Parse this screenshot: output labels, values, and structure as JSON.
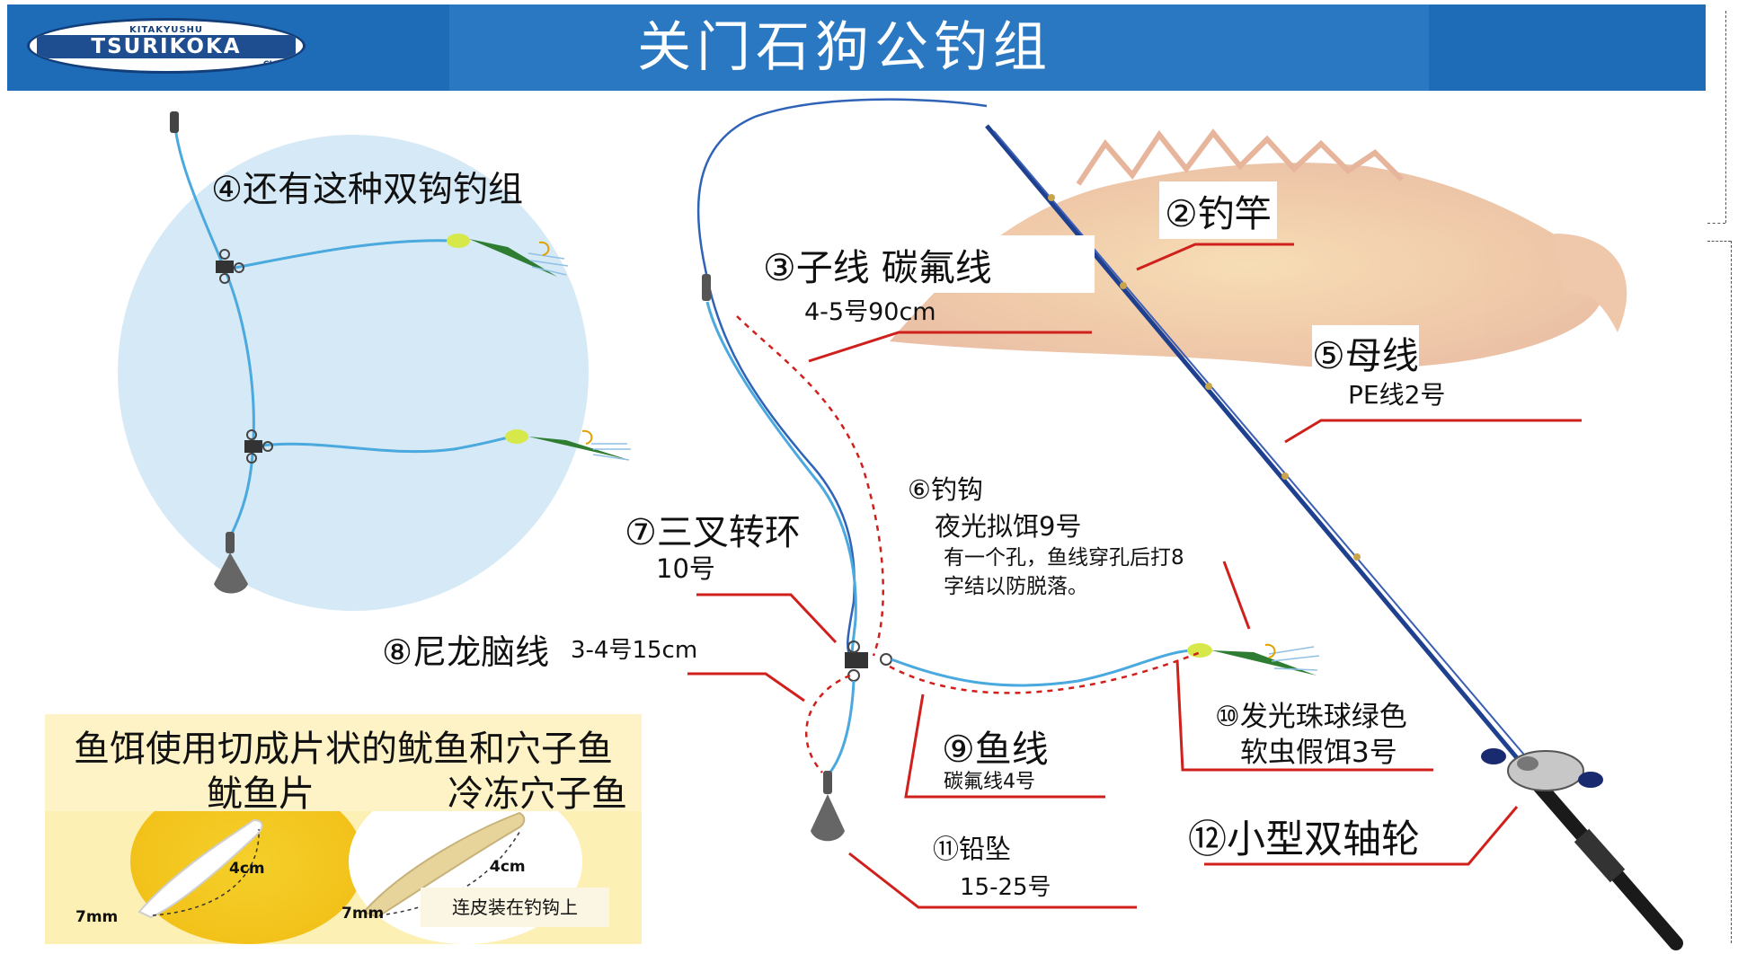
{
  "header": {
    "title": "关门石狗公钓组",
    "logo_top": "KITAKYUSHU",
    "logo_main": "TSURIKOKA",
    "logo_sub": "CLUB"
  },
  "labels": {
    "rod": "②钓竿",
    "leader_title": "③子线  碳氟线",
    "leader_spec": "4-5号90cm",
    "double_hook": "④还有这种双钩钓组",
    "main_line_title": "⑤母线",
    "main_line_spec": "PE线2号",
    "hook_title": "⑥钓钩",
    "hook_spec": "夜光拟饵9号",
    "hook_note_1": "有一个孔，鱼线穿孔后打8",
    "hook_note_2": "字结以防脱落。",
    "swivel_title": "⑦三叉转环",
    "swivel_spec": "10号",
    "nylon_title": "⑧尼龙脑线",
    "nylon_spec": "3-4号15cm",
    "line_title": "⑨鱼线",
    "line_spec": "碳氟线4号",
    "lure_title": "⑩发光珠球绿色",
    "lure_spec": "软虫假饵3号",
    "sinker_title": "⑪铅坠",
    "sinker_spec": "15-25号",
    "reel": "⑫小型双轴轮"
  },
  "bait": {
    "title": "鱼饵使用切成片状的鱿鱼和穴子鱼",
    "squid": "鱿鱼片",
    "eel": "冷冻穴子鱼",
    "dim_squid_len": "4cm",
    "dim_squid_w": "7mm",
    "dim_eel_len": "4cm",
    "dim_eel_w": "7mm",
    "note": "连皮装在钓钩上"
  },
  "colors": {
    "header": "#1e6bb8",
    "leader_line": "#4aa9de",
    "pointer": "#d0201c",
    "lure": "#2e7d32",
    "rod": "#1f3f8f"
  }
}
